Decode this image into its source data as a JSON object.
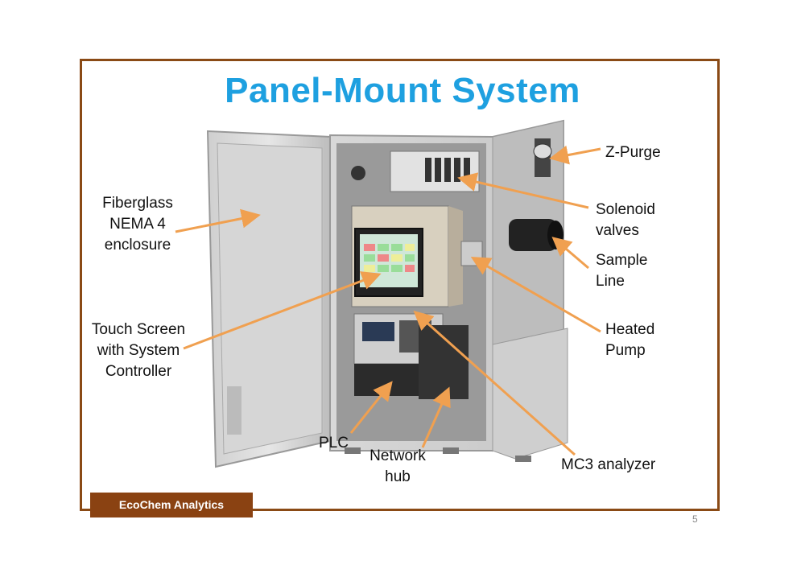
{
  "slide": {
    "title": "Panel-Mount System",
    "page_number": "5",
    "brand": "EcoChem Analytics",
    "accent_color": "#1ea0e0",
    "frame_color": "#8a4a15",
    "arrow_color": "#f0a050"
  },
  "labels": {
    "fiberglass": [
      "Fiberglass",
      "NEMA 4",
      "enclosure"
    ],
    "touch_screen": [
      "Touch Screen",
      "with System",
      "Controller"
    ],
    "plc": "PLC",
    "network_hub": [
      "Network",
      "hub"
    ],
    "mc3": "MC3 analyzer",
    "z_purge": "Z-Purge",
    "solenoid": [
      "Solenoid",
      "valves"
    ],
    "sample_line": [
      "Sample",
      "Line"
    ],
    "heated_pump": [
      "Heated",
      "Pump"
    ]
  }
}
